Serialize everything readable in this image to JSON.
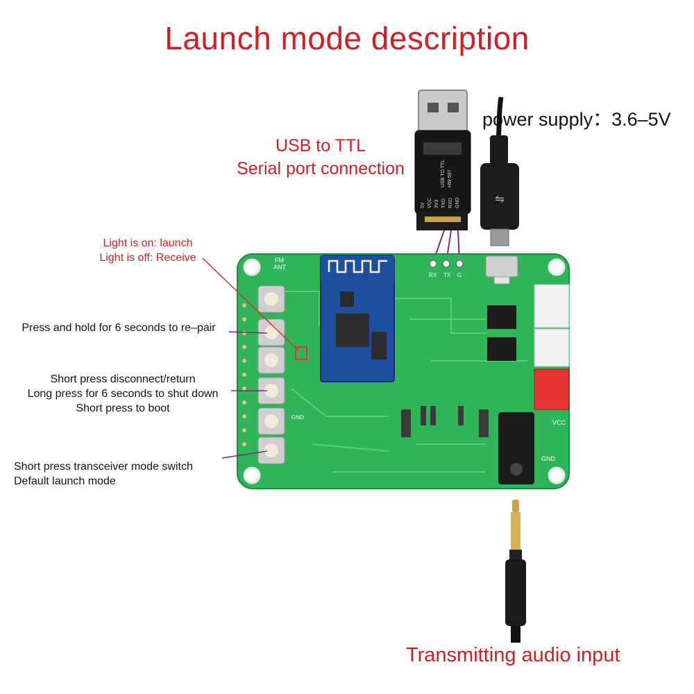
{
  "title": "Launch mode description",
  "usb_label": {
    "line1": "USB to TTL",
    "line2": "Serial port connection"
  },
  "power_label": "power supply：3.6–5V",
  "audio_label": "Transmitting audio input",
  "light_label": {
    "line1": "Light is on: launch",
    "line2": "Light is off: Receive"
  },
  "button_labels": {
    "repair": "Press and hold for 6 seconds to re–pair",
    "power_button": {
      "line1": "Short press disconnect/return",
      "line2": "Long press for 6 seconds to shut down",
      "line3": "Short press to boot"
    },
    "mode_button": {
      "line1": "Short press transceiver mode switch",
      "line2": "Default launch mode"
    }
  },
  "usb_module_pins": [
    "5V",
    "VCC",
    "3V3",
    "TXD",
    "RXD",
    "GND"
  ],
  "usb_module_text": [
    "USB TO TTL",
    "HW-597"
  ],
  "board_pin_labels": [
    "RX",
    "TX",
    "G"
  ],
  "board_silkscreen": [
    "FM",
    "ANT",
    "GND",
    "VCC",
    "GND"
  ],
  "colors": {
    "title_red": "#d11f26",
    "pcb_green": "#2fb45a",
    "trace_green": "#5fd37d",
    "callout_line": "#7a2a7a",
    "module_blue": "#1d4f9e"
  }
}
